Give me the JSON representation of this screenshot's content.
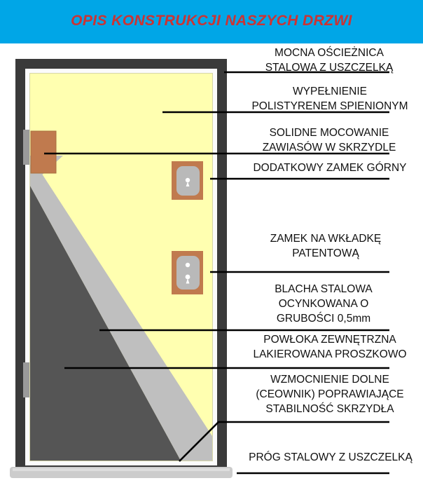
{
  "header": {
    "title": "OPIS KONSTRUKCJI NASZYCH DRZWI",
    "background_color": "#00a6e7",
    "title_color": "#cc3333"
  },
  "diagram": {
    "name": "door-construction-cutaway",
    "colors": {
      "frame": "#3a3a3a",
      "panel_fill": "#ffffb0",
      "steel_sheet": "#555555",
      "coating_band": "#bfbfbf",
      "hinge": "#c07a4e",
      "lock_plate": "#b9b9b9",
      "threshold": "#cccccc",
      "leader_line": "#000000"
    },
    "parts": [
      {
        "name": "door-frame",
        "label": "oscieznica"
      },
      {
        "name": "insulation-panel",
        "label": "wypelnienie"
      },
      {
        "name": "hinge",
        "label": "zawias"
      },
      {
        "name": "upper-lock",
        "label": "zamek gorny"
      },
      {
        "name": "main-lock",
        "label": "zamek na wkladke"
      },
      {
        "name": "steel-sheet",
        "label": "blacha stalowa"
      },
      {
        "name": "powder-coating",
        "label": "powloka zewnetrzna"
      },
      {
        "name": "bottom-reinforcement",
        "label": "wzmocnienie dolne"
      },
      {
        "name": "threshold",
        "label": "prog stalowy"
      }
    ]
  },
  "callouts": [
    {
      "id": "frame",
      "name": "callout-frame",
      "text": "MOCNA OŚCIEŻNICA\nSTALOWA Z USZCZELKĄ"
    },
    {
      "id": "filling",
      "name": "callout-filling",
      "text": "WYPEŁNIENIE\nPOLISTYRENEM SPIENIONYM"
    },
    {
      "id": "hinges",
      "name": "callout-hinges",
      "text": "SOLIDNE MOCOWANIE\nZAWIASÓW W SKRZYDLE"
    },
    {
      "id": "upper-lock",
      "name": "callout-upper-lock",
      "text": "DODATKOWY ZAMEK GÓRNY"
    },
    {
      "id": "main-lock",
      "name": "callout-main-lock",
      "text": "ZAMEK NA WKŁADKĘ\nPATENTOWĄ"
    },
    {
      "id": "steel-sheet",
      "name": "callout-steel-sheet",
      "text": "BLACHA STALOWA\nOCYNKOWANA O\nGRUBOŚCI 0,5mm"
    },
    {
      "id": "coating",
      "name": "callout-coating",
      "text": "POWŁOKA ZEWNĘTRZNA\nLAKIEROWANA PROSZKOWO"
    },
    {
      "id": "reinforcement",
      "name": "callout-reinforcement",
      "text": "WZMOCNIENIE DOLNE\n(CEOWNIK) POPRAWIAJĄCE\nSTABILNOŚĆ SKRZYDŁA"
    },
    {
      "id": "threshold",
      "name": "callout-threshold",
      "text": "PRÓG STALOWY Z USZCZELKĄ"
    }
  ]
}
